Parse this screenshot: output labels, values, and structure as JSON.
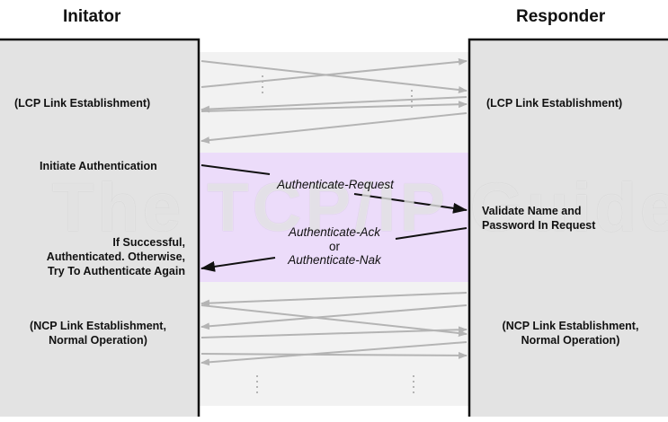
{
  "headers": {
    "initiator": "Initator",
    "responder": "Responder"
  },
  "initiator_labels": {
    "lcp": "(LCP Link Establishment)",
    "initiate": "Initiate Authentication",
    "result_line1": "If Successful,",
    "result_line2": "Authenticated. Otherwise,",
    "result_line3": "Try To Authenticate Again",
    "ncp_line1": "(NCP Link Establishment,",
    "ncp_line2": "Normal Operation)"
  },
  "responder_labels": {
    "lcp": "(LCP Link Establishment)",
    "validate_line1": "Validate Name and",
    "validate_line2": "Password In Request",
    "ncp_line1": "(NCP Link Establishment,",
    "ncp_line2": "Normal Operation)"
  },
  "messages": {
    "request": "Authenticate-Request",
    "ack": "Authenticate-Ack",
    "or": "or",
    "nak": "Authenticate-Nak"
  },
  "watermark": "The TCP/IP Guide",
  "colors": {
    "column_fill": "#e3e3e3",
    "band_fill": "#f2f2f2",
    "auth_band_fill": "#ecdcfa",
    "line_gray": "#b4b4b4",
    "arrow_dark": "#111111"
  }
}
